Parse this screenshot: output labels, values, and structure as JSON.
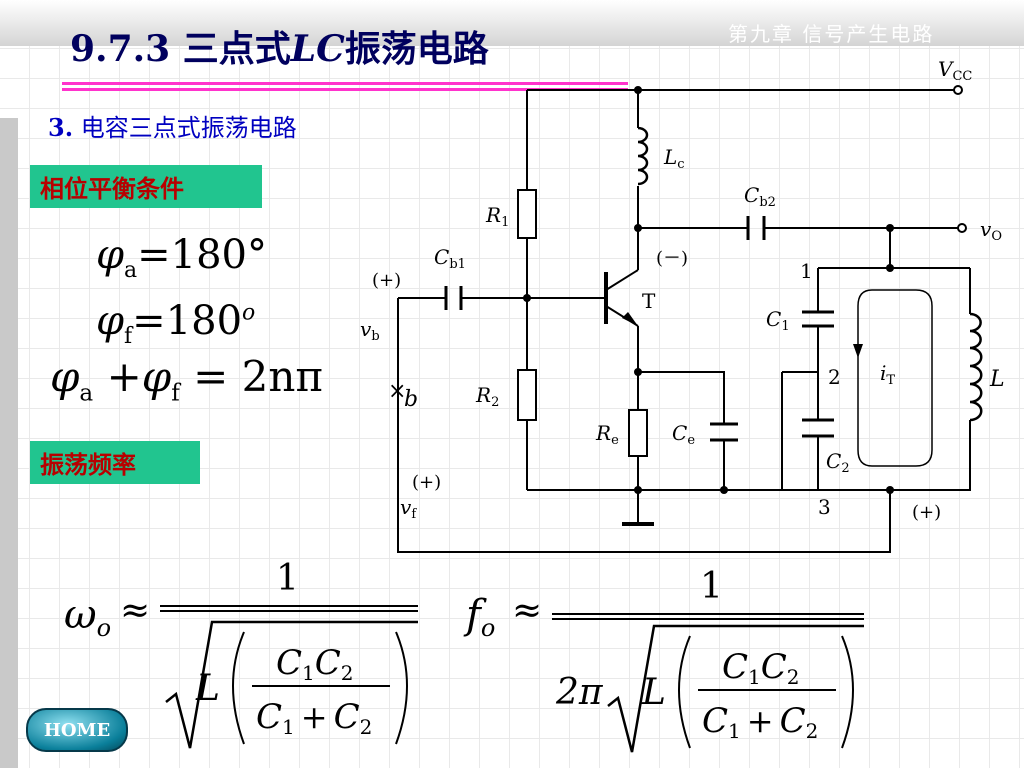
{
  "header": {
    "title_prefix": "9.7.3  三点式",
    "title_italic": "LC",
    "title_suffix": "振荡电路",
    "chapter": "第九章  信号产生电路"
  },
  "subtitle": {
    "num": "3.",
    "text": " 电容三点式振荡电路"
  },
  "tags": {
    "phase": "相位平衡条件",
    "freq": "振荡频率"
  },
  "phase_eqs": {
    "eq1": {
      "lhs": "φ",
      "sub": "a",
      "rhs": "=180°"
    },
    "eq2": {
      "lhs": "φ",
      "sub": "f",
      "rhs": "=180",
      "sup": "o"
    },
    "eq3": {
      "a": "φ",
      "a_sub": "a",
      "plus": "+",
      "b": "φ",
      "b_sub": "f",
      "rhs": "= 2nπ"
    }
  },
  "circuit": {
    "vcc": "V",
    "vcc_sub": "CC",
    "lc": "L",
    "lc_sub": "c",
    "cb2": "C",
    "cb2_sub": "b2",
    "vo": "v",
    "vo_sub": "O",
    "r1": "R",
    "r1_sub": "1",
    "cb1": "C",
    "cb1_sub": "b1",
    "plus_left": "(+)",
    "minus": "(－)",
    "t": "T",
    "node1": "1",
    "c1": "C",
    "c1_sub": "1",
    "vb": "v",
    "vb_sub": "b",
    "node2": "2",
    "it": "i",
    "it_sub": "T",
    "l": "L",
    "cross": "×",
    "b": "b",
    "r2": "R",
    "r2_sub": "2",
    "re": "R",
    "re_sub": "e",
    "ce": "C",
    "ce_sub": "e",
    "c2": "C",
    "c2_sub": "2",
    "plus_vf": "(+)",
    "vf": "v",
    "vf_sub": "f",
    "node3": "3",
    "plus_right": "(+)"
  },
  "formulas": {
    "omega": {
      "lhs": "ω",
      "lhs_sub": "o",
      "approx": "≈",
      "num": "1"
    },
    "freq": {
      "lhs": "f",
      "lhs_sub": "o",
      "approx": "≈",
      "num": "1",
      "two_pi": "2π"
    },
    "root": {
      "L": "L",
      "c1c2": "C",
      "s1": "1",
      "s2": "2",
      "plus": "+"
    }
  },
  "home": {
    "label": "HOME"
  }
}
